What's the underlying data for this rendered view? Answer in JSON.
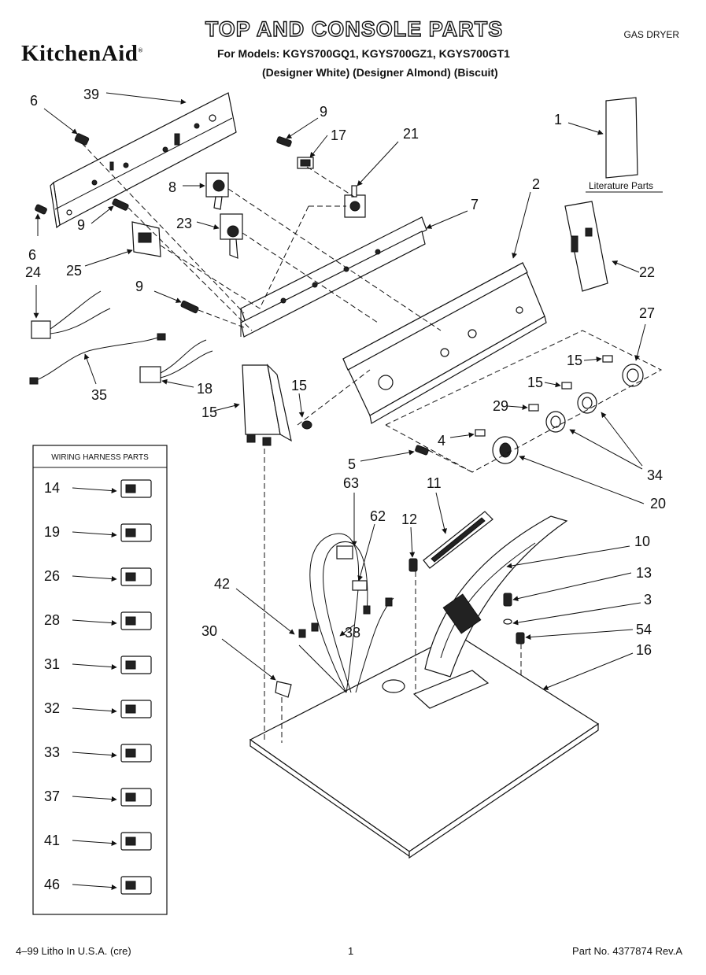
{
  "header": {
    "title": "TOP AND CONSOLE PARTS",
    "product_type": "GAS DRYER",
    "brand": "KitchenAid",
    "models_line": "For Models: KGYS700GQ1, KGYS700GZ1, KGYS700GT1",
    "colors_line": "(Designer White) (Designer Almond) (Biscuit)"
  },
  "labels": {
    "literature_parts": "Literature Parts",
    "wiring_box_title": "WIRING HARNESS PARTS"
  },
  "callouts": [
    "39",
    "6",
    "9",
    "17",
    "21",
    "1",
    "8",
    "2",
    "7",
    "23",
    "22",
    "6",
    "9",
    "24",
    "25",
    "9",
    "27",
    "15",
    "15",
    "29",
    "35",
    "18",
    "15",
    "4",
    "15",
    "34",
    "5",
    "20",
    "63",
    "11",
    "62",
    "12",
    "10",
    "42",
    "13",
    "3",
    "38",
    "30",
    "54",
    "16"
  ],
  "wiring_parts": [
    "14",
    "19",
    "26",
    "28",
    "31",
    "32",
    "33",
    "37",
    "41",
    "46"
  ],
  "footer": {
    "left": "4–99 Litho In U.S.A. (cre)",
    "page": "1",
    "part_no": "Part No. 4377874 Rev.A"
  }
}
